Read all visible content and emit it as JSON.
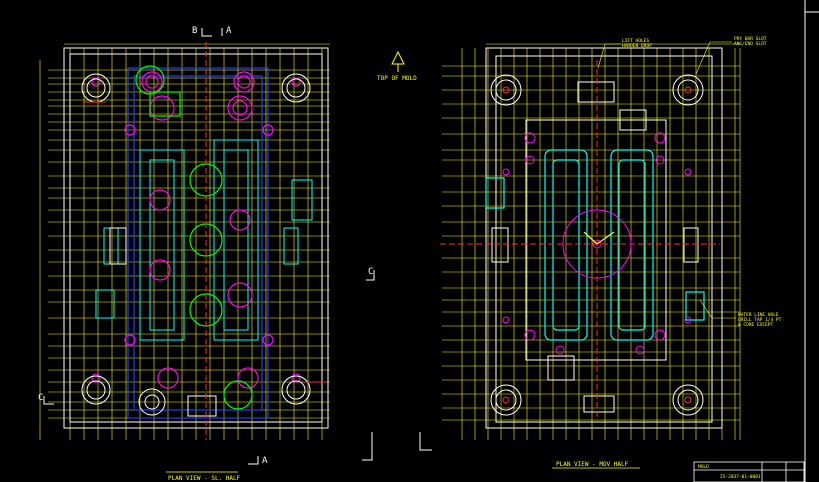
{
  "drawing": {
    "section_b_left": "B",
    "section_a_top": "A",
    "section_c_right": "C",
    "section_c_left": "C",
    "section_a_bottom": "A",
    "top_of_mold": "TOP OF MOLD",
    "title_left": "PLAN VIEW - SL. HALF",
    "title_right": "PLAN VIEW - MOV HALF",
    "note_lift_holes": "LIFT HOLES\nHARDEN DROP",
    "note_pry_slot": "PRY BAR SLOT\nANG/END SLOT",
    "note_water": "WATER LINE HOLE\nDRILL TAP 1/4 PT\n& CORE EXCEPT",
    "title_block": {
      "label": "MOLD",
      "number": "25-2037-01-0001"
    }
  },
  "colors": {
    "background": "#000000",
    "dimension": "#ffff00",
    "outline": "#ffffff",
    "magenta": "#ff00ff",
    "cyan": "#00ffff",
    "green": "#00ff00",
    "red": "#ff2a2a",
    "blue": "#2040ff"
  }
}
